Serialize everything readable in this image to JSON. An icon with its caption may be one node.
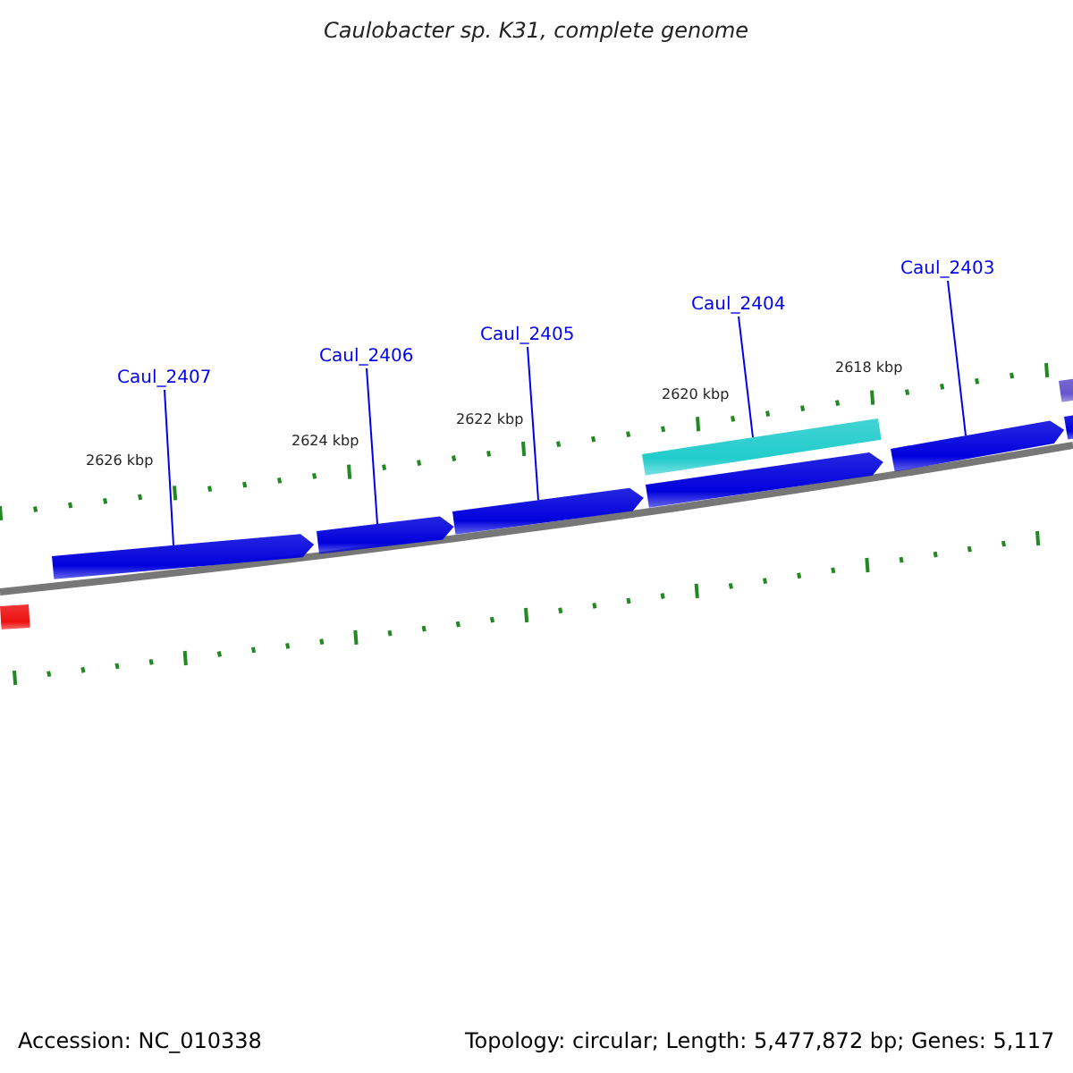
{
  "diagram": {
    "title": "Caulobacter sp. K31, complete genome",
    "nodes": [
      {
        "text": [
          "Caul_2407"
        ]
      },
      {
        "text": [
          "Caul_2406"
        ]
      },
      {
        "text": [
          "Caul_2405"
        ]
      },
      {
        "text": [
          "Caul_2404"
        ]
      },
      {
        "text": [
          "Caul_2403"
        ]
      },
      {
        "text": [],
        "shape": "bar"
      },
      {
        "text": [],
        "shape": "arrow"
      },
      {
        "text": [],
        "shape": "arrow"
      },
      {
        "text": [],
        "shape": "arrow"
      },
      {
        "text": [],
        "shape": "bar"
      },
      {
        "text": [],
        "shape": "arrow"
      },
      {
        "text": [],
        "shape": "arrow"
      },
      {
        "text": [],
        "shape": "arrow"
      },
      {
        "text": [],
        "shape": "bar"
      }
    ],
    "edges": [
      {
        "from": 0,
        "to": 6,
        "arrow": "none"
      },
      {
        "from": 1,
        "to": 7,
        "arrow": "none"
      },
      {
        "from": 2,
        "to": 8,
        "arrow": "none"
      },
      {
        "from": 3,
        "to": 9,
        "arrow": "none"
      },
      {
        "from": 4,
        "to": 11,
        "arrow": "none"
      }
    ],
    "labels": [
      "2626 kbp",
      "2624 kbp",
      "2622 kbp",
      "2620 kbp",
      "2618 kbp",
      "Accession: NC_010338",
      "Topology: circular; Length: 5,477,872 bp; Genes: 5,117"
    ]
  }
}
